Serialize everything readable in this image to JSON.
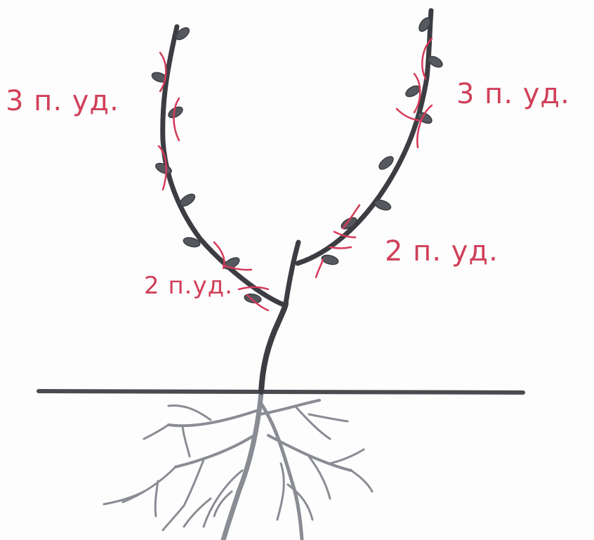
{
  "labels": {
    "upper_left": "3 п. уд.",
    "upper_right": "3 п. уд.",
    "lower_left": "2 п.уд.",
    "lower_right": "2 п. уд."
  },
  "colors": {
    "label": "#d0405a",
    "cut_mark": "#d63a5a",
    "stem": "#3c3d42",
    "leaf": "#55585e",
    "root": "#8a8c94",
    "ground": "#4a4b50",
    "background": "#fdfdfd"
  }
}
